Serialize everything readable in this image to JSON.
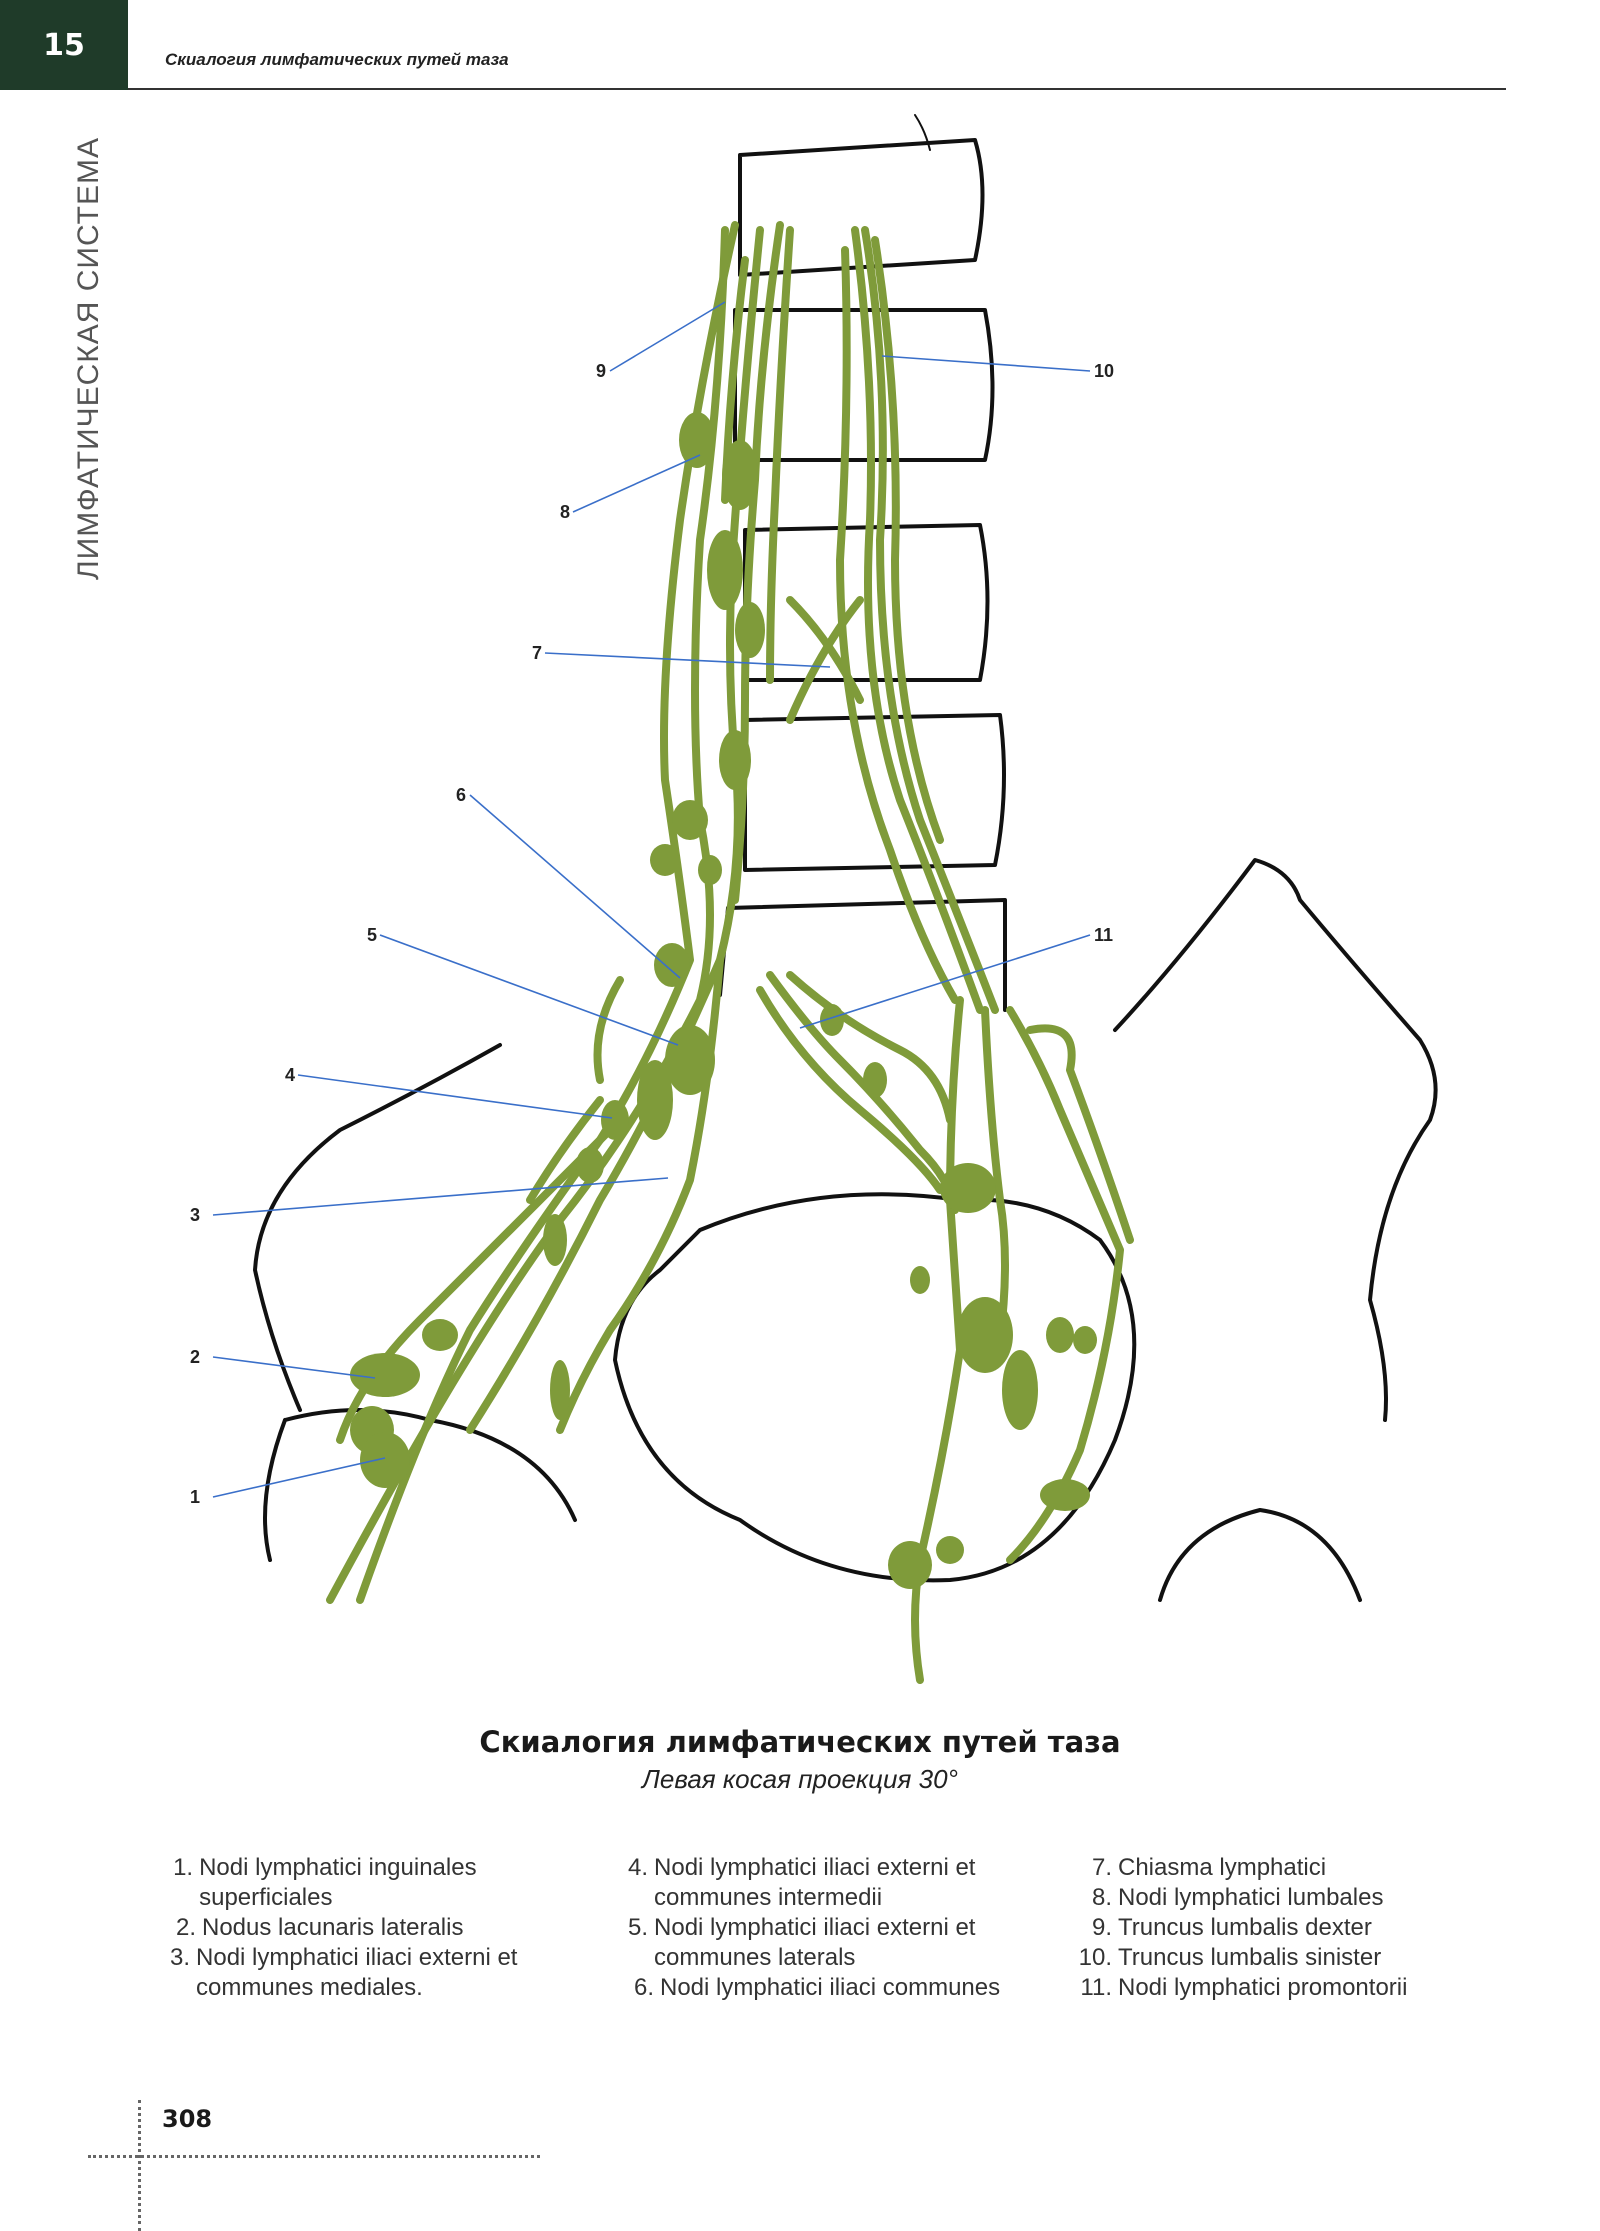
{
  "header": {
    "chapter_number": "15",
    "running_title": "Скиалогия лимфатических путей таза",
    "side_section": "ЛИМФАТИЧЕСКАЯ СИСТЕМА"
  },
  "colors": {
    "lymph_green": "#7f9b3a",
    "callout_blue": "#3a6fc9",
    "chapter_bg": "#1f3b29"
  },
  "diagram": {
    "callouts": [
      "1",
      "2",
      "3",
      "4",
      "5",
      "6",
      "7",
      "8",
      "9",
      "10",
      "11"
    ]
  },
  "caption": {
    "title": "Скиалогия лимфатических путей таза",
    "subtitle": "Левая косая проекция 30°"
  },
  "legend": {
    "col1": [
      {
        "num": "1.",
        "text": "Nodi lymphatici inguinales superficiales"
      },
      {
        "num": "2.",
        "text": "Nodus lacunaris lateralis"
      },
      {
        "num": "3.",
        "text": "Nodi lymphatici iliaci externi et communes mediales."
      }
    ],
    "col2": [
      {
        "num": "4.",
        "text": "Nodi lymphatici iliaci externi et communes intermedii"
      },
      {
        "num": "5.",
        "text": "Nodi lymphatici iliaci externi et communes laterals"
      },
      {
        "num": "6.",
        "text": "Nodi lymphatici iliaci communes"
      }
    ],
    "col3": [
      {
        "num": "7.",
        "text": "Chiasma lymphatici"
      },
      {
        "num": "8.",
        "text": "Nodi lymphatici lumbales"
      },
      {
        "num": "9.",
        "text": "Truncus lumbalis dexter"
      },
      {
        "num": "10.",
        "text": "Truncus lumbalis sinister"
      },
      {
        "num": "11.",
        "text": "Nodi lymphatici promontorii"
      }
    ]
  },
  "footer": {
    "page_number": "308"
  }
}
